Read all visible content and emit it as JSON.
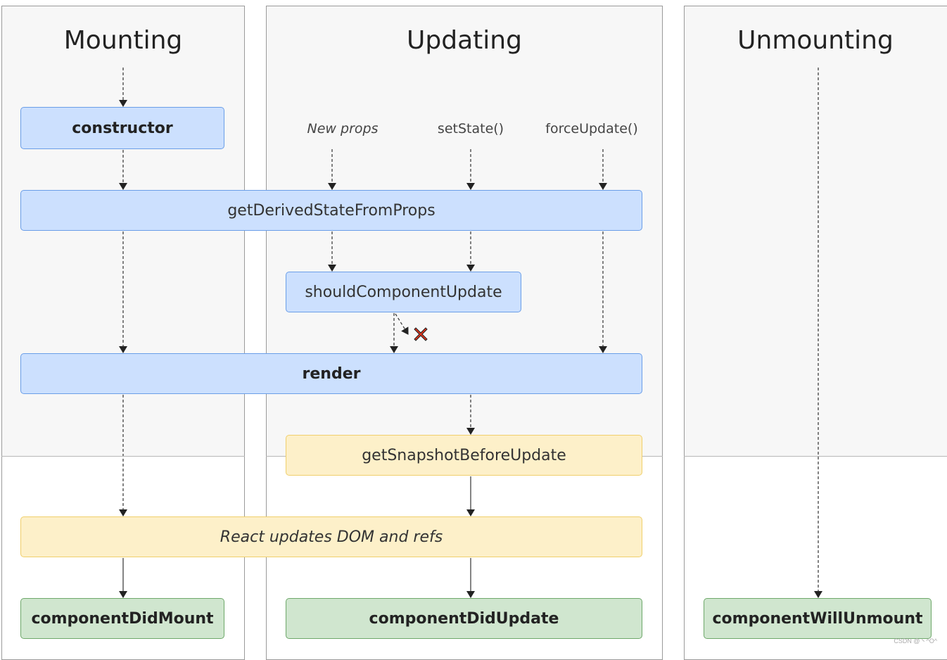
{
  "columns": {
    "mounting": "Mounting",
    "updating": "Updating",
    "unmounting": "Unmounting"
  },
  "triggers": {
    "new_props": "New props",
    "set_state": "setState()",
    "force_update": "forceUpdate()"
  },
  "nodes": {
    "constructor": "constructor",
    "get_derived_state_from_props": "getDerivedStateFromProps",
    "should_component_update": "shouldComponentUpdate",
    "render": "render",
    "get_snapshot_before_update": "getSnapshotBeforeUpdate",
    "react_updates_dom": "React updates DOM and refs",
    "component_did_mount": "componentDidMount",
    "component_did_update": "componentDidUpdate",
    "component_will_unmount": "componentWillUnmount"
  },
  "colors": {
    "render_phase": "#cce0fe",
    "pre_commit_phase": "#fdf0c9",
    "commit_phase": "#d0e6cf",
    "cancel_mark": "#e0341c"
  },
  "icons": {
    "cancel": "x-mark-icon"
  },
  "watermark": "CSDN @丶^O^"
}
